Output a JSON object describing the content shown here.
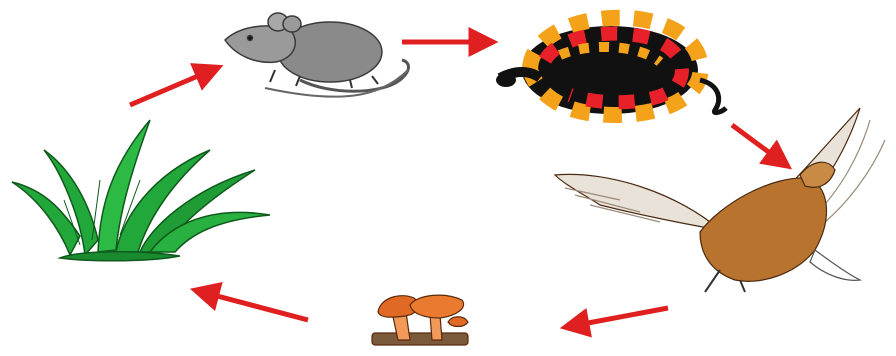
{
  "diagram": {
    "kind": "food-web-cycle",
    "organisms": [
      {
        "id": "grass",
        "icon": "grass-icon"
      },
      {
        "id": "mouse",
        "icon": "mouse-icon"
      },
      {
        "id": "snake",
        "icon": "coral-snake-icon"
      },
      {
        "id": "hawk",
        "icon": "hawk-icon"
      },
      {
        "id": "mushroom",
        "icon": "mushroom-icon"
      }
    ],
    "arrows": [
      {
        "from": "grass",
        "to": "mouse"
      },
      {
        "from": "mouse",
        "to": "snake"
      },
      {
        "from": "snake",
        "to": "hawk"
      },
      {
        "from": "hawk",
        "to": "mushroom"
      },
      {
        "from": "mushroom",
        "to": "grass"
      }
    ],
    "colors": {
      "arrow": "#e02020",
      "grass": "#22a83a",
      "mouse": "#8a8a8a",
      "snake_red": "#e8202a",
      "snake_yellow": "#f5a21b",
      "snake_black": "#111111",
      "hawk": "#b8742e",
      "mushroom": "#e06a25"
    }
  }
}
